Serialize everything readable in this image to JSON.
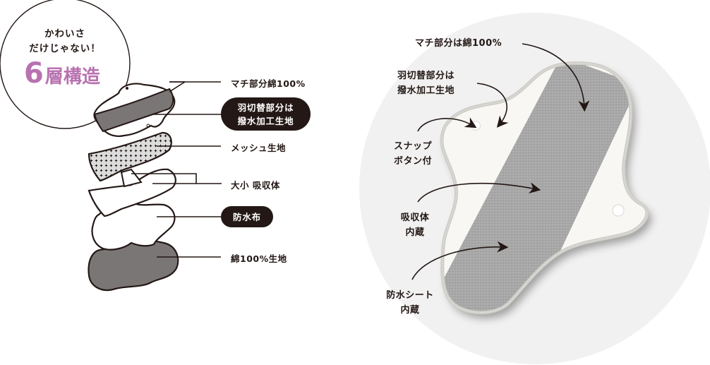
{
  "badge": {
    "line1": "かわいさ",
    "line2": "だけじゃない！",
    "number": "6",
    "title": "層構造",
    "accent_color": "#b872b0"
  },
  "layers": [
    {
      "id": "gusset",
      "label": "マチ部分綿100%",
      "style": "plain"
    },
    {
      "id": "wing",
      "line1": "羽切替部分は",
      "line2": "撥水加工生地",
      "style": "pill"
    },
    {
      "id": "mesh",
      "label": "メッシュ生地",
      "style": "plain"
    },
    {
      "id": "absorber",
      "label": "大小 吸収体",
      "style": "plain"
    },
    {
      "id": "waterproof",
      "label": "防水布",
      "style": "pill"
    },
    {
      "id": "base",
      "label": "綿100%生地",
      "style": "plain"
    }
  ],
  "callouts": {
    "gusset": {
      "line1": "マチ部分は綿100%"
    },
    "wing": {
      "line1": "羽切替部分は",
      "line2": "撥水加工生地"
    },
    "snap": {
      "line1": "スナップ",
      "line2": "ボタン付"
    },
    "absorber": {
      "line1": "吸収体",
      "line2": "内蔵"
    },
    "waterproof": {
      "line1": "防水シート",
      "line2": "内蔵"
    }
  },
  "colors": {
    "background_circle": "#f1f1f1",
    "ink": "#231815",
    "layer_dark_fill": "#7b7676",
    "mesh_fill": "#dcdcdc",
    "pad_white": "#f8f7f3",
    "pad_gray": "#a9a9a9",
    "stitch": "#cfcdc8"
  }
}
